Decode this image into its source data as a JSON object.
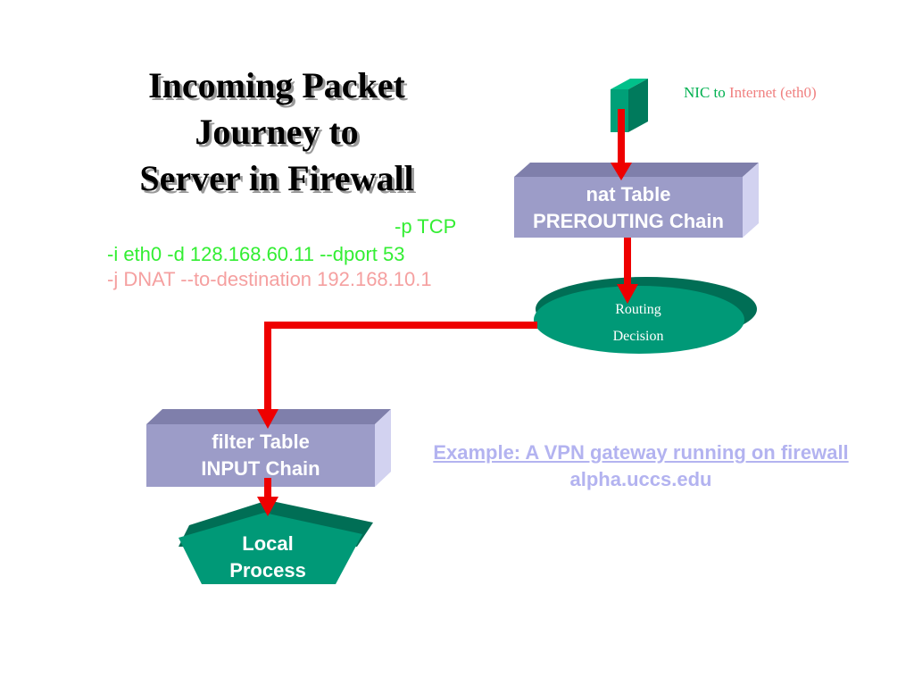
{
  "title": {
    "line1": "Incoming Packet",
    "line2": "Journey to",
    "line3": "Server in Firewall"
  },
  "nic": {
    "prefix": "NIC to ",
    "suffix": "Internet (eth0)"
  },
  "command": {
    "line1": "-p TCP",
    "line2": "-i eth0 -d 128.168.60.11 --dport 53",
    "line3": "-j DNAT --to-destination 192.168.10.1"
  },
  "nat_box": {
    "line1": "nat Table",
    "line2": "PREROUTING Chain"
  },
  "routing": {
    "line1": "Routing",
    "line2": "Decision"
  },
  "filter_box": {
    "line1": "filter Table",
    "line2": "INPUT Chain"
  },
  "local": {
    "line1": "Local",
    "line2": "Process"
  },
  "example": {
    "line1": "Example: A VPN gateway running on  firewall",
    "line2": "alpha.uccs.edu"
  },
  "colors": {
    "box_face": "#9999cc",
    "box_top": "#7a7aa8",
    "box_side": "#ccccee",
    "teal": "#009977",
    "teal_dark": "#006e55",
    "arrow": "#ff0000",
    "green_text": "#33ee33",
    "pink_text": "#f5a0a0",
    "example_text": "#b3b3f0"
  }
}
